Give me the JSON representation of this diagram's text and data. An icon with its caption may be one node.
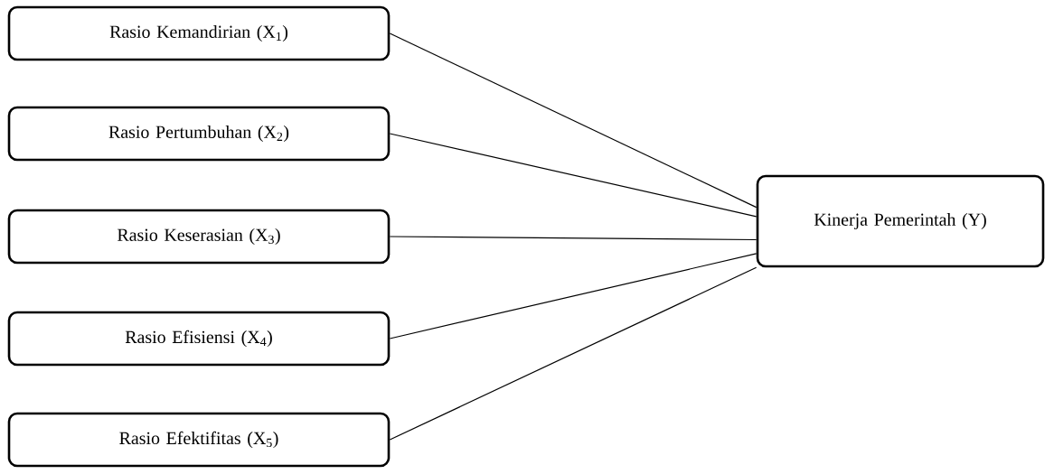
{
  "diagram": {
    "nodes": [
      {
        "text": [
          "Rasio Kemandirian (X$_{1}$)"
        ]
      },
      {
        "text": [
          "Rasio Pertumbuhan (X$_{2}$)"
        ]
      },
      {
        "text": [
          "Rasio Keserasian (X$_{3}$)"
        ]
      },
      {
        "text": [
          "Rasio Efisiensi (X$_{4}$)"
        ]
      },
      {
        "text": [
          "Rasio Efektifitas (X$_{5}$)"
        ]
      },
      {
        "text": [
          "Kinerja Pemerintah (Y)"
        ]
      }
    ],
    "edges": [
      {
        "from": 0,
        "to": 5,
        "arrow": "none"
      },
      {
        "from": 1,
        "to": 5,
        "arrow": "none"
      },
      {
        "from": 2,
        "to": 5,
        "arrow": "none"
      },
      {
        "from": 3,
        "to": 5,
        "arrow": "none"
      },
      {
        "from": 4,
        "to": 5,
        "arrow": "none"
      }
    ]
  }
}
